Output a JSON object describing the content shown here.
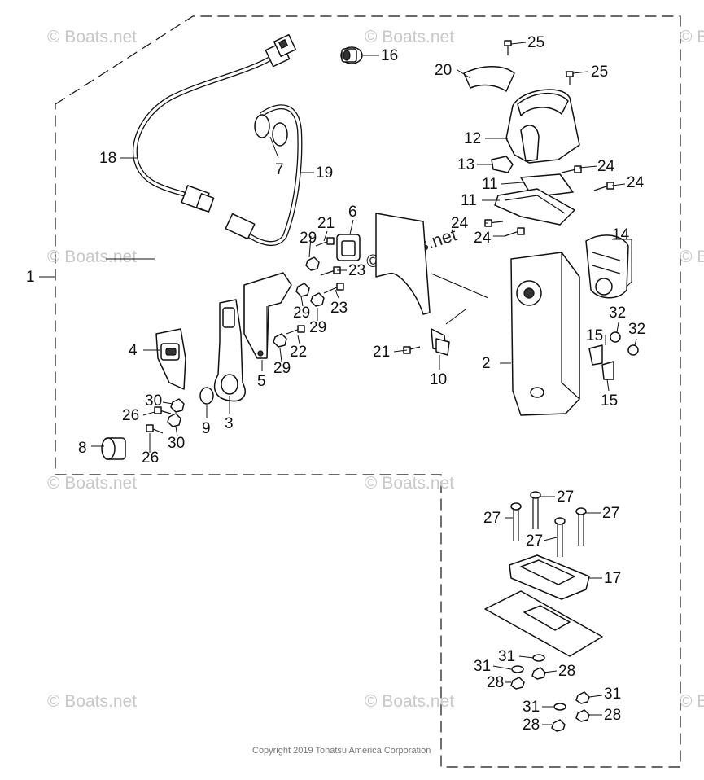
{
  "copyright": "Copyright 2019 Tohatsu America Corporation",
  "watermark": "© Boats.net",
  "callouts": [
    "1",
    "2",
    "3",
    "4",
    "5",
    "6",
    "7",
    "8",
    "9",
    "10",
    "11",
    "11",
    "12",
    "13",
    "14",
    "15",
    "15",
    "16",
    "17",
    "18",
    "19",
    "20",
    "21",
    "21",
    "22",
    "23",
    "23",
    "24",
    "24",
    "24",
    "24",
    "25",
    "25",
    "26",
    "26",
    "27",
    "27",
    "27",
    "27",
    "28",
    "28",
    "28",
    "29",
    "29",
    "29",
    "30",
    "30",
    "31",
    "31",
    "31",
    "32",
    "32"
  ]
}
